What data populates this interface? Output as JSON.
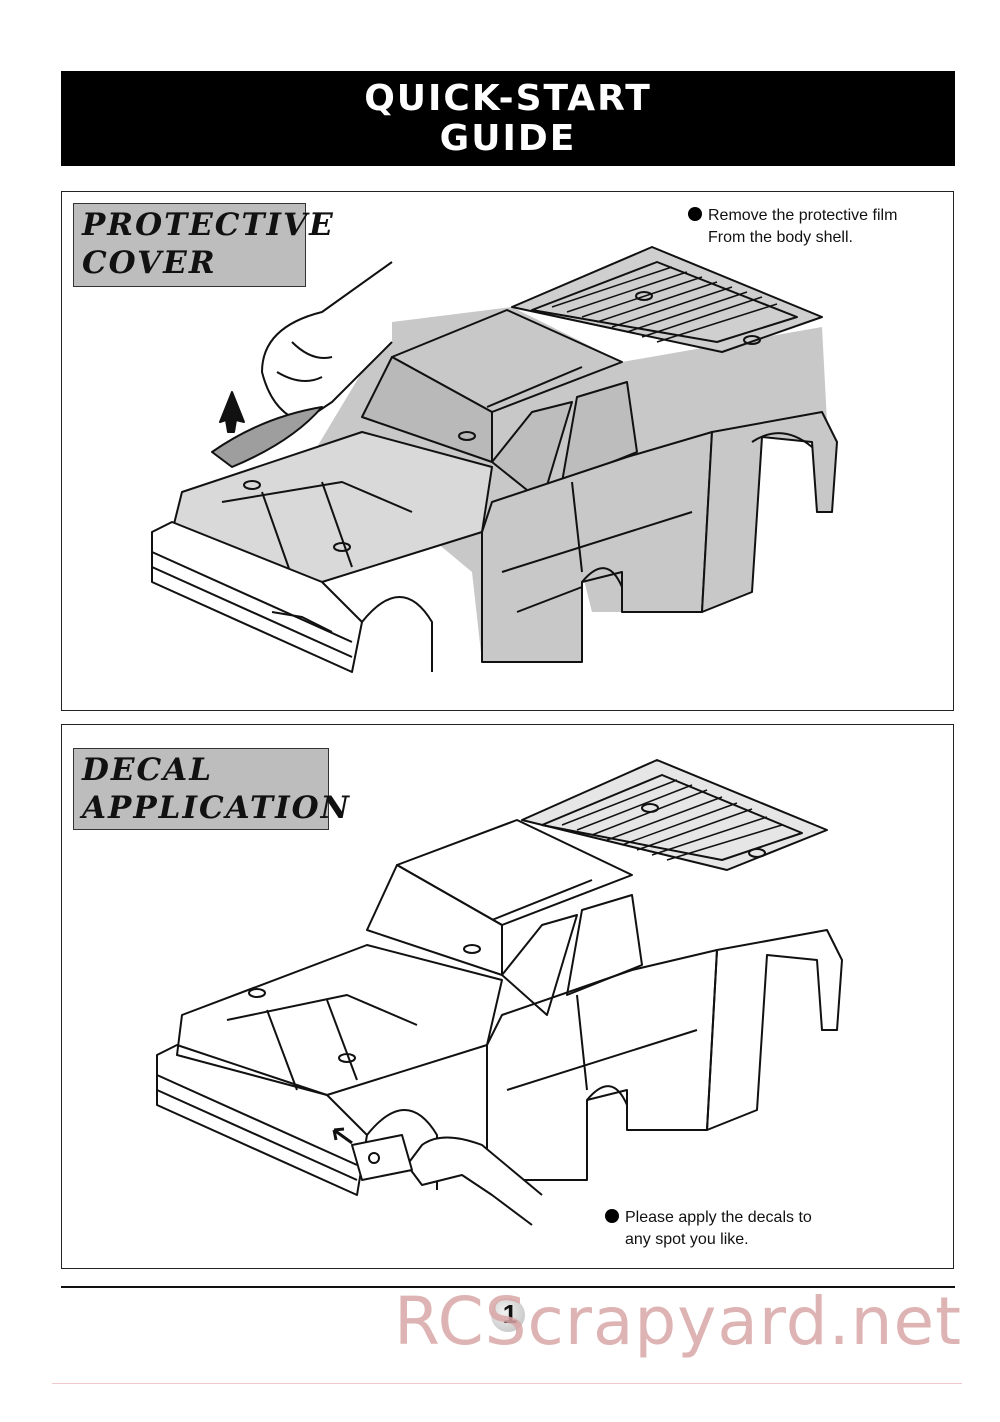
{
  "header": {
    "line1": "QUICK-START",
    "line2": "GUIDE"
  },
  "sections": [
    {
      "label_line1": "PROTECTIVE",
      "label_line2": "COVER",
      "note_line1": "Remove the protective film",
      "note_line2": "From the body shell."
    },
    {
      "label_line1": "DECAL",
      "label_line2": "APPLICATION",
      "note_line1": "Please apply the decals to",
      "note_line2": "any spot you like."
    }
  ],
  "footer": {
    "page_number": "1",
    "watermark": "RCScrapyard.net"
  },
  "colors": {
    "label_bg": "#bdbdbd",
    "film": "#c8c8c8",
    "watermark": "#d9a6a6"
  }
}
